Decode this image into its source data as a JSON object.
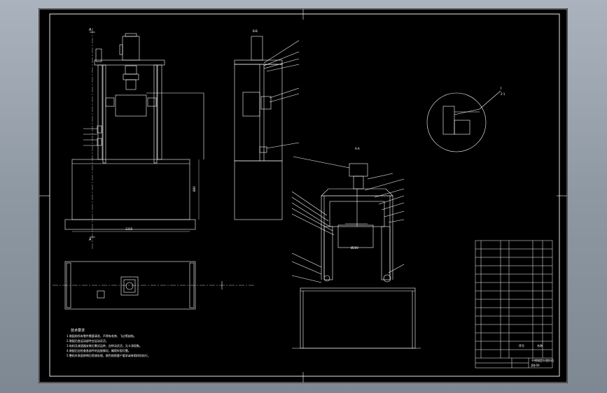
{
  "view_labels": {
    "section_b": "B-B",
    "section_a": "A-A",
    "detail_circle": "I",
    "detail_scale": "2:1"
  },
  "dimensions": {
    "front_width": "1310",
    "front_height": "880",
    "ring_dim": "Ø200"
  },
  "notes": {
    "title": "技术要求",
    "lines": [
      "1.装配前所有零件需要清洗，不得有毛刺、飞边等缺陷。",
      "2.装配后各运动部件应运动灵活。",
      "3.电机及减速器安装后需试运转，应转动灵活，无卡滞现象。",
      "4.装配后应检查各部件的连接情况，确保牢固可靠。",
      "5.整机外表面除锈后喷漆处理，颜色按照客户要求或参照样机执行。"
    ]
  },
  "title_block": {
    "drawing_name": "不锈钢提升搅拌机",
    "drawing_number": "JBJ-00",
    "col_a": "序号",
    "col_b": "名称"
  },
  "colors": {
    "background": "#000000",
    "lines": "#ffffff",
    "frame_outer": "#8e98a3"
  }
}
